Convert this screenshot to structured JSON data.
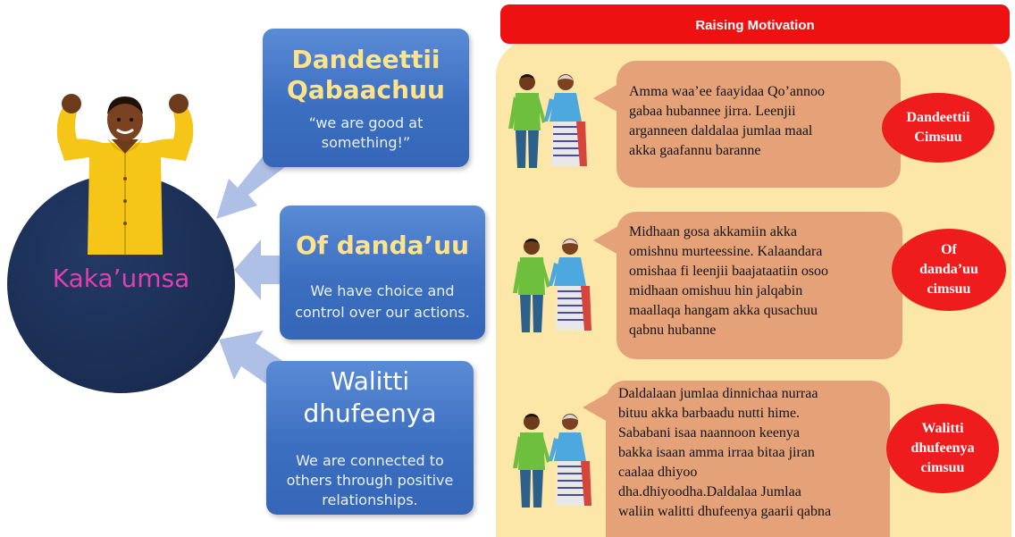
{
  "center": {
    "label": "Kaka’umsa"
  },
  "boxes": [
    {
      "title_line1": "Dandeettii",
      "title_line2": "Qabaachuu",
      "sub_line1": "“we are good at",
      "sub_line2": "something!”"
    },
    {
      "title_line1": "Of danda’uu",
      "sub_line1": "We have choice and",
      "sub_line2": "control over our actions."
    },
    {
      "title_line1": "Walitti",
      "title_line2": "dhufeenya",
      "sub_line1": "We are connected to",
      "sub_line2": "others through positive",
      "sub_line3": "relationships."
    }
  ],
  "panel": {
    "banner": "Raising Motivation",
    "rows": [
      {
        "text": [
          "Amma waa’ee faayidaa Qo’annoo",
          "gabaa hubannee jirra. Leenjii",
          "arganneen daldalaa jumlaa maal",
          "akka gaafannu baranne"
        ],
        "label": [
          "Dandeettii",
          "Cimsuu"
        ]
      },
      {
        "text": [
          "Midhaan gosa akkamiin akka",
          "omishnu murteessine. Kalaandara",
          "omishaa fi leenjii baajataatiin osoo",
          "midhaan omishuu hin jalqabin",
          "maallaqa hangam akka qusachuu",
          "qabnu hubanne"
        ],
        "label": [
          "Of",
          "danda’uu",
          "cimsuu"
        ]
      },
      {
        "text": [
          "Daldalaan jumlaa dinnichaa nurraa",
          "bituu akka barbaadu nutti hime.",
          "Sababani isaa naannoon keenya",
          "bakka isaan amma irraa bitaa jiran",
          "caalaa dhiyoo",
          "dha.dhiyoodha.Daldalaa Jumlaa",
          "waliin walitti dhufeenya gaarii qabna"
        ],
        "label": [
          "Walitti",
          "dhufeenya",
          "cimsuu"
        ]
      }
    ]
  }
}
